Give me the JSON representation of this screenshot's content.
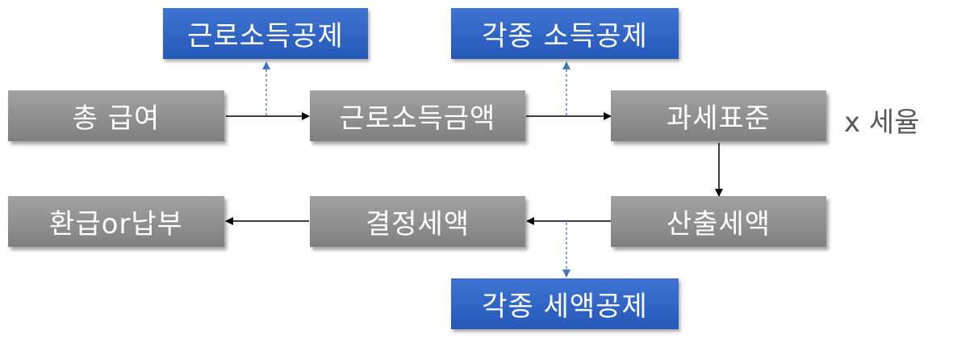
{
  "nodes": {
    "total_salary": "총 급여",
    "earned_income": "근로소득금액",
    "tax_base": "과세표준",
    "calculated_tax": "산출세액",
    "determined_tax": "결정세액",
    "refund_or_payment": "환급or납부",
    "earned_income_deduction": "근로소득공제",
    "income_deductions": "각종 소득공제",
    "tax_credits": "각종 세액공제"
  },
  "annotations": {
    "tax_rate": "x 세율"
  },
  "colors": {
    "gray_box": "#8f8f8f",
    "blue_box": "#2f63c5",
    "arrow": "#000000",
    "dotted_arrow": "#4472c4"
  }
}
